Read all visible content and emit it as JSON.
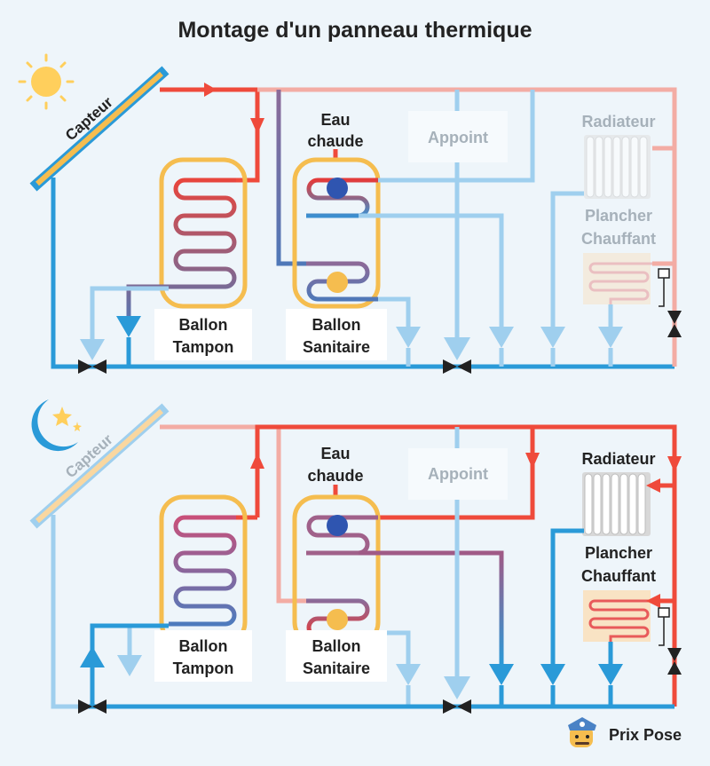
{
  "title": "Montage d'un panneau thermique",
  "colors": {
    "background": "#eef5fa",
    "hot": "#ef4a3b",
    "cold": "#2a9ad8",
    "hot_faded": "#f3aca4",
    "cold_faded": "#9fcfee",
    "tank": "#f5bd4f",
    "sun": "#ffcf5c",
    "moon": "#2a9ad8",
    "brand_blue": "#4a82c5"
  },
  "day": {
    "collector_label": "Capteur",
    "hot_water_label_1": "Eau",
    "hot_water_label_2": "chaude",
    "auxiliary_label": "Appoint",
    "radiator_label": "Radiateur",
    "floor_label_1": "Plancher",
    "floor_label_2": "Chauffant",
    "buffer_label_1": "Ballon",
    "buffer_label_2": "Tampon",
    "sanitary_label_1": "Ballon",
    "sanitary_label_2": "Sanitaire"
  },
  "night": {
    "collector_label": "Capteur",
    "hot_water_label_1": "Eau",
    "hot_water_label_2": "chaude",
    "auxiliary_label": "Appoint",
    "radiator_label": "Radiateur",
    "floor_label_1": "Plancher",
    "floor_label_2": "Chauffant",
    "buffer_label_1": "Ballon",
    "buffer_label_2": "Tampon",
    "sanitary_label_1": "Ballon",
    "sanitary_label_2": "Sanitaire"
  },
  "brand": {
    "name": "Prix Pose"
  }
}
